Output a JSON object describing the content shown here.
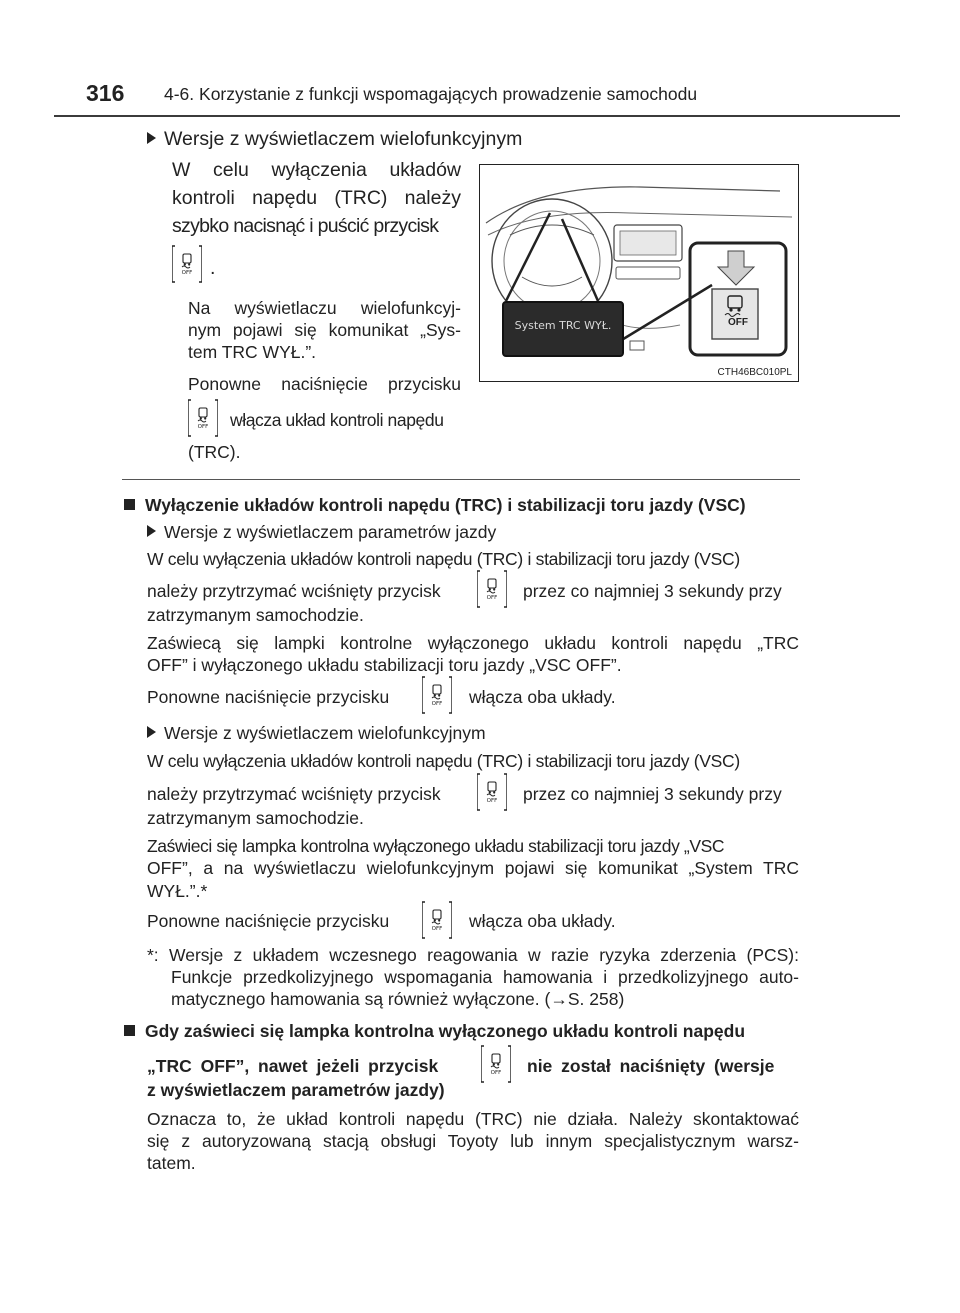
{
  "header": {
    "page_number": "316",
    "title": "4-6. Korzystanie z funkcji wspomagających prowadzenie samochodu"
  },
  "icons": {
    "button": "trc-vsc-off-button-icon",
    "bullet_arrow": "triangle-right-icon",
    "bullet_square": "black-square-icon"
  },
  "section1": {
    "heading": "Wersje z wyświetlaczem wielofunkcyjnym",
    "lines": [
      "W celu wyłączenia układów",
      "kontroli napędu (TRC) należy",
      "szybko nacisnąć i puścić przycisk"
    ],
    "after_button": ".",
    "note_lines": [
      "Na wyświetlaczu wielofunkcyj-",
      "nym pojawi się komunikat „Sys-",
      "tem TRC WYŁ.”."
    ],
    "again_line1": "Ponowne naciśnięcie przycisku",
    "again_line2": "włącza układ kontroli napędu",
    "again_line3": "(TRC)."
  },
  "figure": {
    "message": "System TRC WYŁ.",
    "button_label": "OFF",
    "code": "CTH46BC010PL"
  },
  "section2": {
    "heading": "Wyłączenie układów kontroli napędu (TRC) i stabilizacji toru jazdy (VSC)",
    "sub1": {
      "heading": "Wersje z wyświetlaczem parametrów jazdy",
      "l1": "W celu wyłączenia układów kontroli napędu (TRC) i stabilizacji toru jazdy (VSC)",
      "l2a": "należy przytrzymać wciśnięty przycisk",
      "l2b": "przez co najmniej 3 sekundy przy",
      "l3": "zatrzymanym samochodzie.",
      "l4": "Zaświecą się lampki kontrolne wyłączonego układu kontroli napędu „TRC",
      "l5": "OFF” i wyłączonego układu stabilizacji toru jazdy „VSC OFF”.",
      "l6a": "Ponowne naciśnięcie przycisku",
      "l6b": "włącza oba układy."
    },
    "sub2": {
      "heading": "Wersje z wyświetlaczem wielofunkcyjnym",
      "l1": "W celu wyłączenia układów kontroli napędu (TRC) i stabilizacji toru jazdy (VSC)",
      "l2a": "należy przytrzymać wciśnięty przycisk",
      "l2b": "przez co najmniej 3 sekundy przy",
      "l3": "zatrzymanym samochodzie.",
      "l4": "Zaświeci się lampka kontrolna wyłączonego układu stabilizacji toru jazdy „VSC",
      "l5": "OFF”, a na wyświetlaczu wielofunkcyjnym pojawi się komunikat „System TRC",
      "l6": "WYŁ.”.*",
      "l7a": "Ponowne naciśnięcie przycisku",
      "l7b": "włącza oba układy."
    },
    "footnote": {
      "l1": "*: Wersje z układem wczesnego reagowania w razie ryzyka zderzenia (PCS):",
      "l2": "Funkcje przedkolizyjnego wspomagania hamowania i przedkolizyjnego auto-",
      "l3": "matycznego hamowania są również wyłączone. (→S. 258)"
    }
  },
  "section3": {
    "heading1": "Gdy zaświeci się lampka kontrolna wyłączonego układu kontroli napędu",
    "heading2a": "„TRC OFF”, nawet jeżeli przycisk",
    "heading2b": "nie został naciśnięty (wersje",
    "heading3": "z wyświetlaczem parametrów jazdy)",
    "l1": "Oznacza to, że układ kontroli napędu (TRC) nie działa. Należy skontaktować",
    "l2": "się z autoryzowaną stacją obsługi Toyoty lub innym specjalistycznym warsz-",
    "l3": "tatem."
  }
}
